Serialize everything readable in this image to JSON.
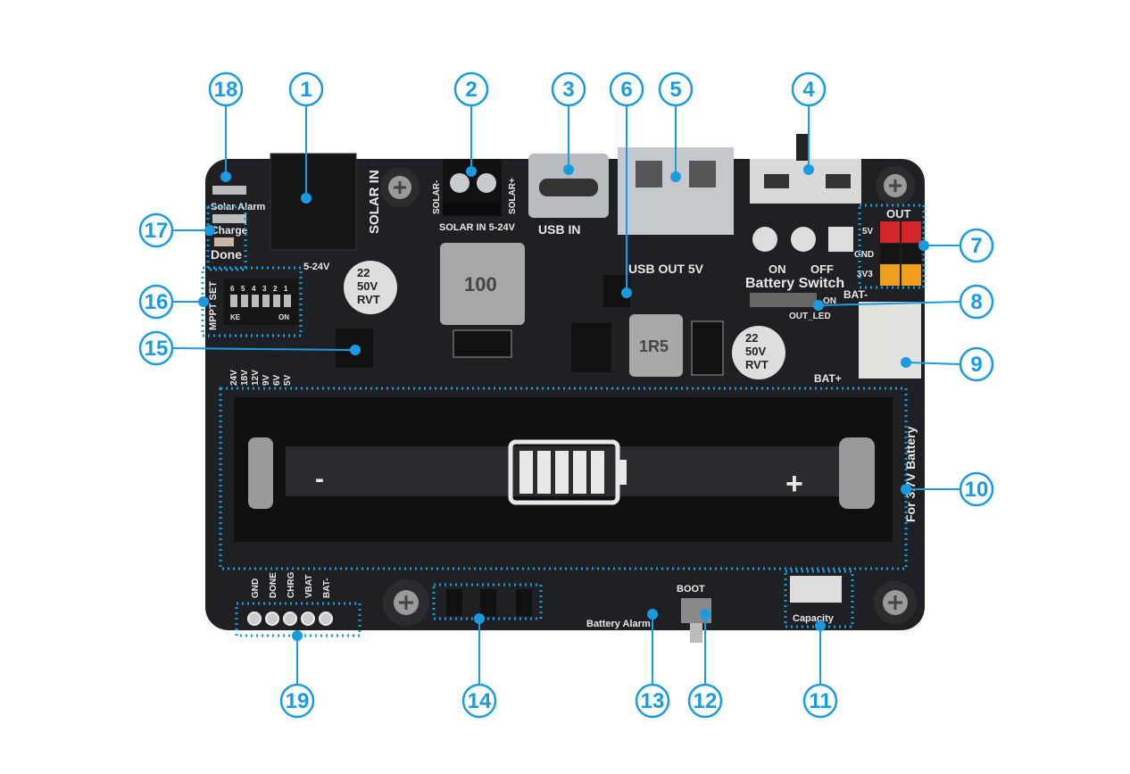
{
  "colors": {
    "board": "#1f2023",
    "callout": "#1a9be0",
    "silk": "#e8e8e8"
  },
  "callouts": [
    "18",
    "1",
    "2",
    "3",
    "6",
    "5",
    "4",
    "17",
    "16",
    "15",
    "7",
    "8",
    "9",
    "10",
    "19",
    "14",
    "13",
    "12",
    "11"
  ],
  "silkscreen": {
    "solar_in_vertical": "SOLAR IN",
    "solar_minus": "SOLAR-",
    "solar_plus": "SOLAR+",
    "solar_in_range": "SOLAR IN  5-24V",
    "usb_in": "USB IN",
    "usb_out": "USB OUT 5V",
    "switch_on": "ON",
    "switch_off": "OFF",
    "battery_switch": "Battery Switch",
    "out": "OUT",
    "out_5v": "5V",
    "out_gnd": "GND",
    "out_3v3": "3V3",
    "led_on": "ON",
    "out_led": "OUT_LED",
    "bat_minus": "BAT-",
    "bat_plus": "BAT+",
    "solar_alarm": "Solar Alarm",
    "charge": "Charge",
    "done": "Done",
    "mppt_range": "5-24V",
    "mppt_set": "MPPT SET",
    "dip_numbers": [
      "6",
      "5",
      "4",
      "3",
      "2",
      "1"
    ],
    "dip_on": "ON",
    "dip_ke": "KE",
    "voltages": [
      "24V",
      "18V",
      "12V",
      "9V",
      "6V",
      "5V"
    ],
    "battery_note": "For 3.7V Battery",
    "header_pins": [
      "GND",
      "DONE",
      "CHRG",
      "VBAT",
      "BAT-"
    ],
    "boot": "BOOT",
    "battery_alarm": "Battery Alarm",
    "capacity": "Capacity",
    "cap_marking": [
      "22",
      "50V",
      "RVT"
    ],
    "inductor_main": "100",
    "inductor_small": "1R5",
    "holder_minus": "-",
    "holder_plus": "+"
  }
}
